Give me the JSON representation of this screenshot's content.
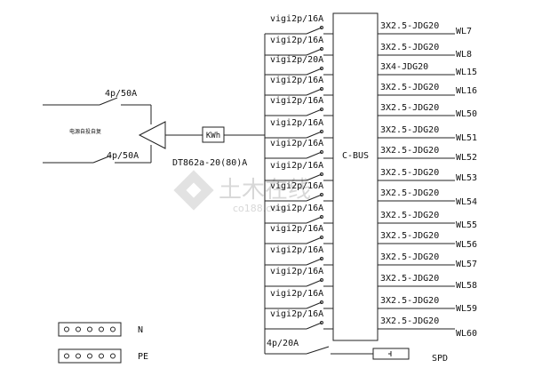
{
  "incoming": {
    "top_breaker_label": "4p/50A",
    "bottom_breaker_label": "4p/50A",
    "source_label": "电源自投自复"
  },
  "meter": {
    "label": "KWh",
    "model": "DT862a-20(80)A"
  },
  "busbar": {
    "label": "C-BUS"
  },
  "circuits": [
    {
      "breaker": "vigi2p/16A",
      "cable": "3X2.5-JDG20",
      "id": "WL7"
    },
    {
      "breaker": "vigi2p/16A",
      "cable": "3X2.5-JDG20",
      "id": "WL8"
    },
    {
      "breaker": "vigi2p/20A",
      "cable": "3X4-JDG20",
      "id": "WL15"
    },
    {
      "breaker": "vigi2p/16A",
      "cable": "3X2.5-JDG20",
      "id": "WL16"
    },
    {
      "breaker": "vigi2p/16A",
      "cable": "3X2.5-JDG20",
      "id": "WL50"
    },
    {
      "breaker": "vigi2p/16A",
      "cable": "3X2.5-JDG20",
      "id": "WL51"
    },
    {
      "breaker": "vigi2p/16A",
      "cable": "3X2.5-JDG20",
      "id": "WL52"
    },
    {
      "breaker": "vigi2p/16A",
      "cable": "3X2.5-JDG20",
      "id": "WL53"
    },
    {
      "breaker": "vigi2p/16A",
      "cable": "3X2.5-JDG20",
      "id": "WL54"
    },
    {
      "breaker": "vigi2p/16A",
      "cable": "3X2.5-JDG20",
      "id": "WL55"
    },
    {
      "breaker": "vigi2p/16A",
      "cable": "3X2.5-JDG20",
      "id": "WL56"
    },
    {
      "breaker": "vigi2p/16A",
      "cable": "3X2.5-JDG20",
      "id": "WL57"
    },
    {
      "breaker": "vigi2p/16A",
      "cable": "3X2.5-JDG20",
      "id": "WL58"
    },
    {
      "breaker": "vigi2p/16A",
      "cable": "3X2.5-JDG20",
      "id": "WL59"
    },
    {
      "breaker": "vigi2p/16A",
      "cable": "3X2.5-JDG20",
      "id": "WL60"
    }
  ],
  "spd_branch": {
    "breaker": "4p/20A",
    "label": "SPD"
  },
  "terminals": {
    "neutral_label": "N",
    "earth_label": "PE"
  },
  "watermark": {
    "cn": "土木在线",
    "en": "co188.com"
  },
  "colors": {
    "line": "#222222",
    "text": "#111111",
    "watermark": "#d8d8d8"
  }
}
